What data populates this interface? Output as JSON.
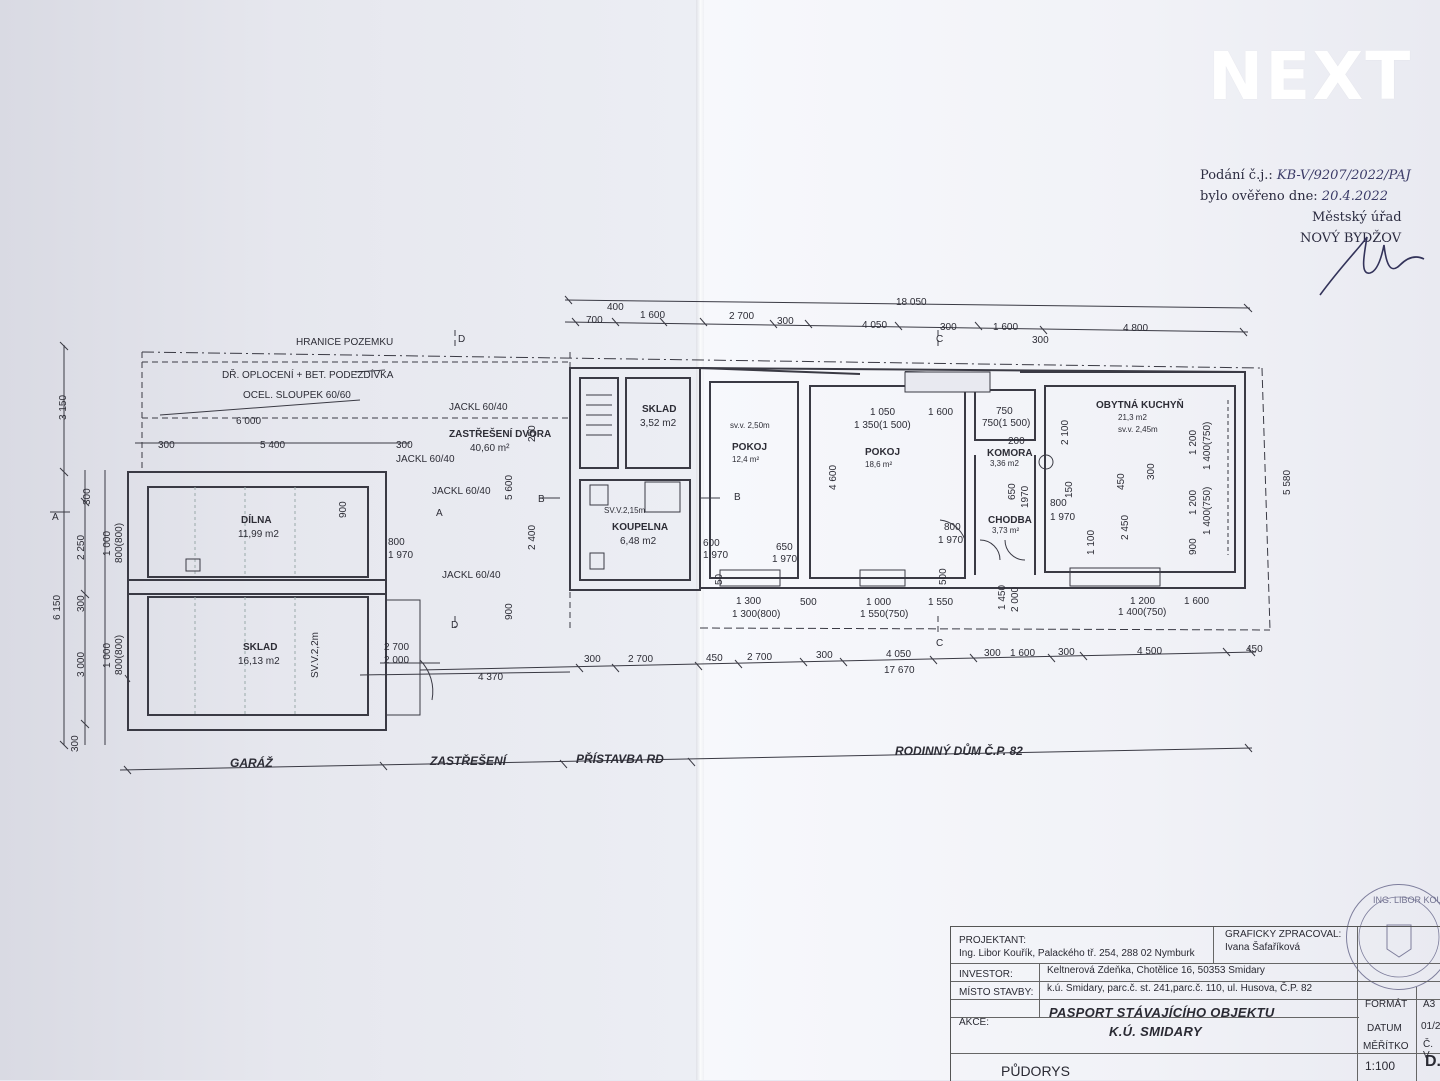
{
  "logo": {
    "text": "NEXT"
  },
  "approval_stamp": {
    "line1_label": "Podání č.j.:",
    "line1_value": "KB-V/9207/2022/PAJ",
    "line2_label": "bylo ověřeno dne:",
    "line2_value": "20.4.2022",
    "office": "Městský úřad",
    "town": "NOVÝ BYDŽOV"
  },
  "plan": {
    "boundary_label": "HRANICE POZEMKU",
    "fence_label": "DŘ. OPLOCENÍ + BET. PODEZDÍVKA",
    "post_label": "OCEL. SLOUPEK 60/60",
    "jackl_labels": [
      "JACKL 60/40",
      "JACKL 60/40",
      "JACKL 60/40",
      "JACKL 60/40"
    ],
    "rooms": [
      {
        "name": "DÍLNA",
        "area": "11,99 m2"
      },
      {
        "name": "SKLAD",
        "area": "16,13 m2"
      },
      {
        "name": "ZASTŘEŠENÍ DVORA",
        "area": "40,60 m²"
      },
      {
        "name": "SKLAD",
        "area": "3,52 m2"
      },
      {
        "name": "KOUPELNA",
        "area": "6,48 m2"
      },
      {
        "name": "POKOJ",
        "area": "12,4 m²"
      },
      {
        "name": "POKOJ",
        "area": "18,6 m²"
      },
      {
        "name": "KOMORA",
        "area": "3,36 m2"
      },
      {
        "name": "CHODBA",
        "area": "3,73 m²"
      },
      {
        "name": "OBYTNÁ KUCHYŇ",
        "area": "21,3 m2"
      }
    ],
    "heights": [
      "SV.V.2,15m",
      "sv.v. 2,50m",
      "sv.v. 2,45m",
      "SV.V.2,2m"
    ],
    "top_dims": {
      "overall": "18 050",
      "d400": "400",
      "d700": "700",
      "d1600a": "1 600",
      "d2700": "2 700",
      "d300a": "300",
      "d4050": "4 050",
      "d300b": "300",
      "d1600b": "1 600",
      "d4800": "4 800",
      "d300c": "300"
    },
    "bottom_dims": {
      "d4370": "4 370",
      "d300": "300",
      "d2700a": "2 700",
      "d450a": "450",
      "d2700b": "2 700",
      "d300b": "300",
      "d4050": "4 050",
      "d300c": "300",
      "d1600": "1 600",
      "d300d": "300",
      "d4500": "4 500",
      "d450b": "450",
      "overall": "17 670"
    },
    "left_dims": {
      "d3150": "3 150",
      "d6150": "6 150",
      "d300a": "300",
      "d2250": "2 250",
      "d300b": "300",
      "d3000": "3 000",
      "d300c": "300",
      "d1000a": "1 000",
      "d800a": "800(800)",
      "d1000b": "1 000",
      "d800b": "800(800)"
    },
    "garage_dims": {
      "d6000": "6 000",
      "d300a": "300",
      "d5400": "5 400",
      "d300b": "300",
      "d900": "900",
      "d800": "800",
      "d1970": "1 970",
      "d2700": "2 700",
      "d2000": "2 000"
    },
    "yard_dims": {
      "d5600": "5 600",
      "d250": "250",
      "d2400": "2 400",
      "d900": "900"
    },
    "house_dims": {
      "d1050": "1 050",
      "d1600": "1 600",
      "d1350": "1 350(1 500)",
      "d750": "750",
      "d750b": "750(1 500)",
      "d200": "200",
      "d2100": "2 100",
      "d4600": "4 600",
      "d650": "650",
      "d1970a": "1 970",
      "d600": "600",
      "d1970b": "1 970",
      "d800a": "800",
      "d1970c": "1 970",
      "d650b": "650",
      "d1970d": "1970",
      "d150": "150",
      "d800b": "800",
      "d1970e": "1 970",
      "d450": "450",
      "d300": "300",
      "d1200a": "1 200",
      "d1400a": "1 400(750)",
      "d2450": "2 450",
      "d1100": "1 100",
      "d1200b": "1 200",
      "d1400b": "1 400(750)",
      "d900": "900",
      "d1300": "1 300",
      "d1300b": "1 300(800)",
      "d500a": "500",
      "d1000": "1 000",
      "d1550": "1 550(750)",
      "d1550b": "1 550",
      "d500b": "500",
      "d1450": "1 450",
      "d2000": "2 000",
      "d1200c": "1 200",
      "d1400c": "1 400(750)",
      "d1600b": "1 600",
      "d5580": "5 580",
      "d50": "50"
    },
    "section_marks": [
      "A",
      "A",
      "B",
      "B",
      "C",
      "C",
      "D",
      "D"
    ],
    "sections": [
      "GARÁŽ",
      "ZASTŘEŠENÍ",
      "PŘÍSTAVBA RD",
      "RODINNÝ DŮM Č.P. 82"
    ]
  },
  "title_block": {
    "projektant_label": "PROJEKTANT:",
    "projektant_value": "Ing. Libor Kouřík, Palackého tř. 254, 288 02 Nymburk",
    "graficky_label": "GRAFICKY ZPRACOVAL:",
    "graficky_value": "Ivana Šafaříková",
    "investor_label": "INVESTOR:",
    "investor_value": "Keltnerová Zdeňka, Chotělice 16, 50353 Smidary",
    "misto_label": "MÍSTO STAVBY:",
    "misto_value": "k.ú. Smidary, parc.č. st. 241,parc.č. 110, ul. Husova, Č.P. 82",
    "akce_label": "AKCE:",
    "akce_line1": "PASPORT STÁVAJÍCÍHO OBJEKTU",
    "akce_line2": "K.Ú. SMIDARY",
    "format_label": "FORMÁT",
    "format_value": "A3",
    "datum_label": "DATUM",
    "datum_value": "01/2",
    "meritko_label": "MĚŘÍTKO",
    "meritko_value": "1:100",
    "cislo_label": "Č. V",
    "cislo_value": "D.",
    "drawing_name": "PŮDORYS"
  },
  "round_stamp": {
    "text": "ING. LIBOR KOUŘÍK"
  }
}
